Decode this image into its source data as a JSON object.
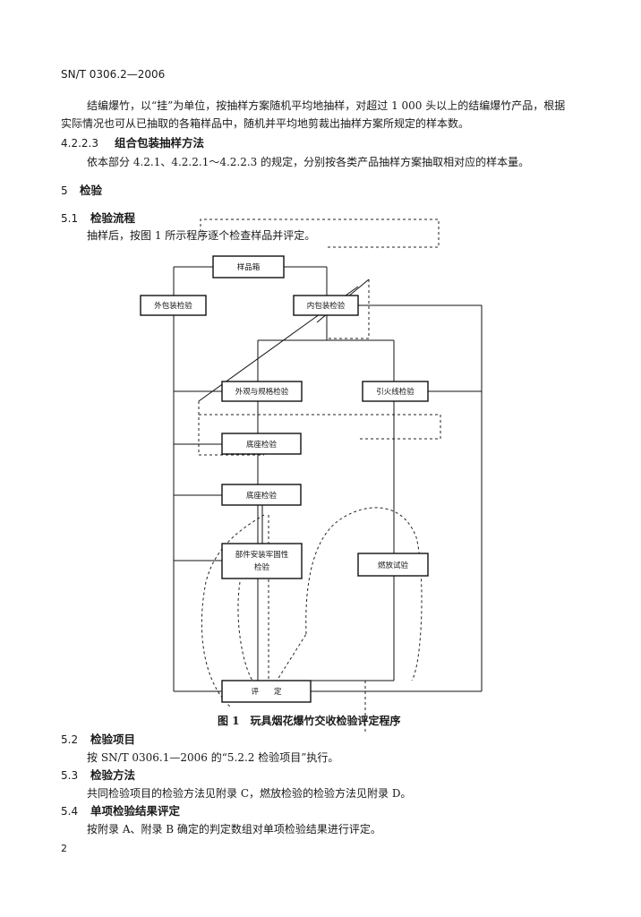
{
  "header": {
    "std_number": "SN/T 0306.2—2006"
  },
  "paragraphs": {
    "p1_line1": "结编爆竹，以“挂”为单位，按抽样方案随机平均地抽样，对超过 1 000 头以上的结编爆竹产品，根据",
    "p1_line2": "实际情况也可从已抽取的各箱样品中，随机并平均地剪裁出抽样方案所规定的样本数。"
  },
  "s4223": {
    "num": "4.2.2.3",
    "title": "组合包装抽样方法",
    "body": "依本部分 4.2.1、4.2.2.1～4.2.2.3 的规定，分别按各类产品抽样方案抽取相对应的样本量。"
  },
  "s5": {
    "num": "5",
    "title": "检验"
  },
  "s51": {
    "num": "5.1",
    "title": "检验流程",
    "body": "抽样后，按图 1 所示程序逐个检查样品并评定。"
  },
  "flowchart": {
    "boxes": {
      "sample": "样品箱",
      "outer": "外包装检验",
      "inner": "内包装检验",
      "appearance": "外观与规格检验",
      "fuse": "引火线检验",
      "base": "底座检验",
      "stability": "底座检验",
      "parts_line1": "部件安装牢固性",
      "parts_line2": "检验",
      "ignition": "燃放试验",
      "eval": "评　　定"
    },
    "caption": "图 1　玩具烟花爆竹交收检验评定程序"
  },
  "s52": {
    "num": "5.2",
    "title": "检验项目",
    "body": "按 SN/T 0306.1—2006 的“5.2.2 检验项目”执行。"
  },
  "s53": {
    "num": "5.3",
    "title": "检验方法",
    "body": "共同检验项目的检验方法见附录 C，燃放检验的检验方法见附录 D。"
  },
  "s54": {
    "num": "5.4",
    "title": "单项检验结果评定",
    "body": "按附录 A、附录 B 确定的判定数组对单项检验结果进行评定。"
  },
  "footer": {
    "page_number": "2"
  }
}
